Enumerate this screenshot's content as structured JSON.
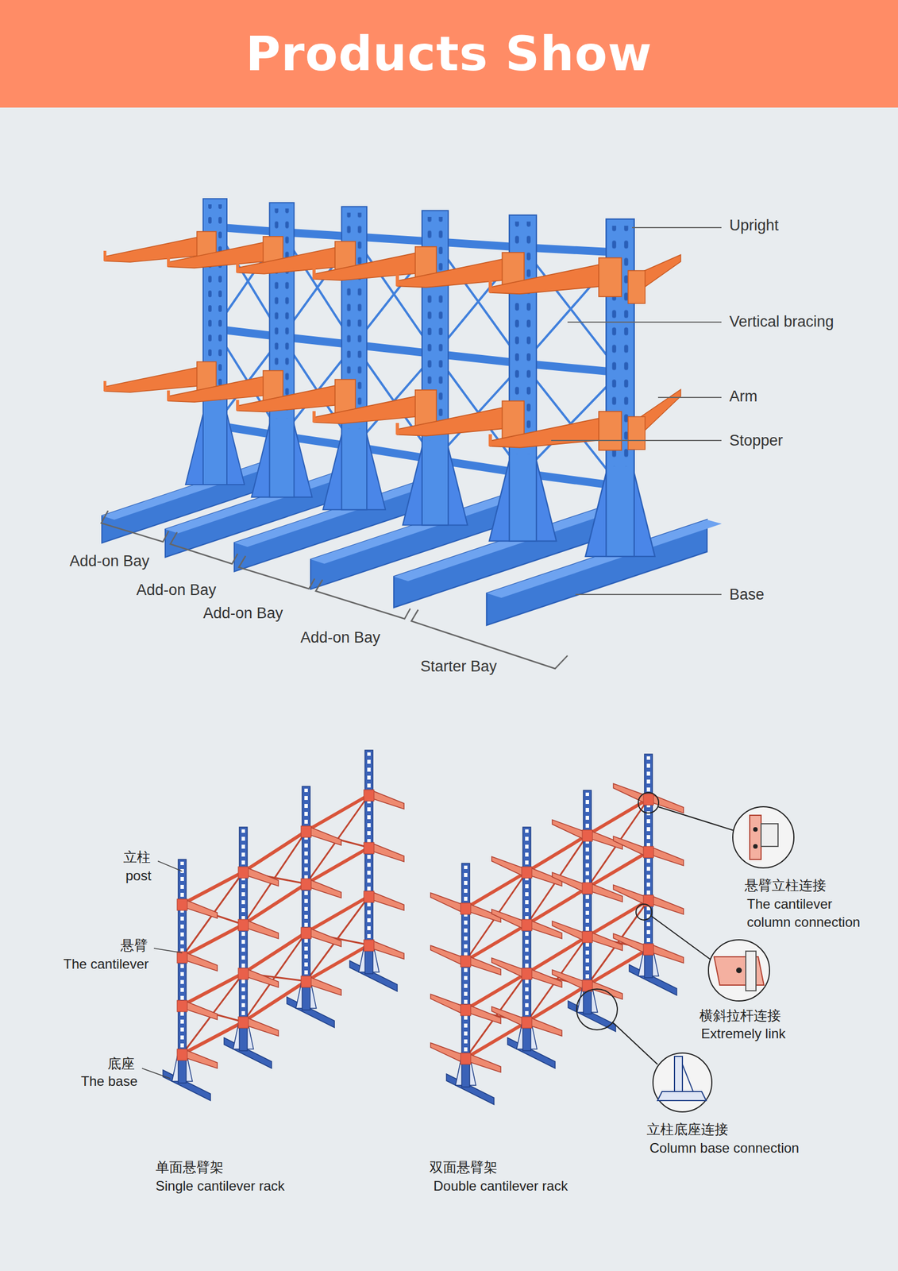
{
  "diagram": {
    "title": "Products Show",
    "labels": [
      "Upright",
      "Vertical bracing",
      "Arm",
      "Stopper",
      "Base",
      "Add-on Bay",
      "Add-on Bay",
      "Add-on Bay",
      "Add-on Bay",
      "Starter Bay",
      "立柱",
      "post",
      "悬臂",
      "The cantilever",
      "底座",
      "The base",
      "单面悬臂架",
      "Single cantilever rack",
      "双面悬臂架",
      "Double cantilever rack",
      "悬臂立柱连接",
      "The cantilever column connection",
      "横斜拉杆连接",
      "Extremely link",
      "立柱底座连接",
      "Column base connection"
    ]
  }
}
